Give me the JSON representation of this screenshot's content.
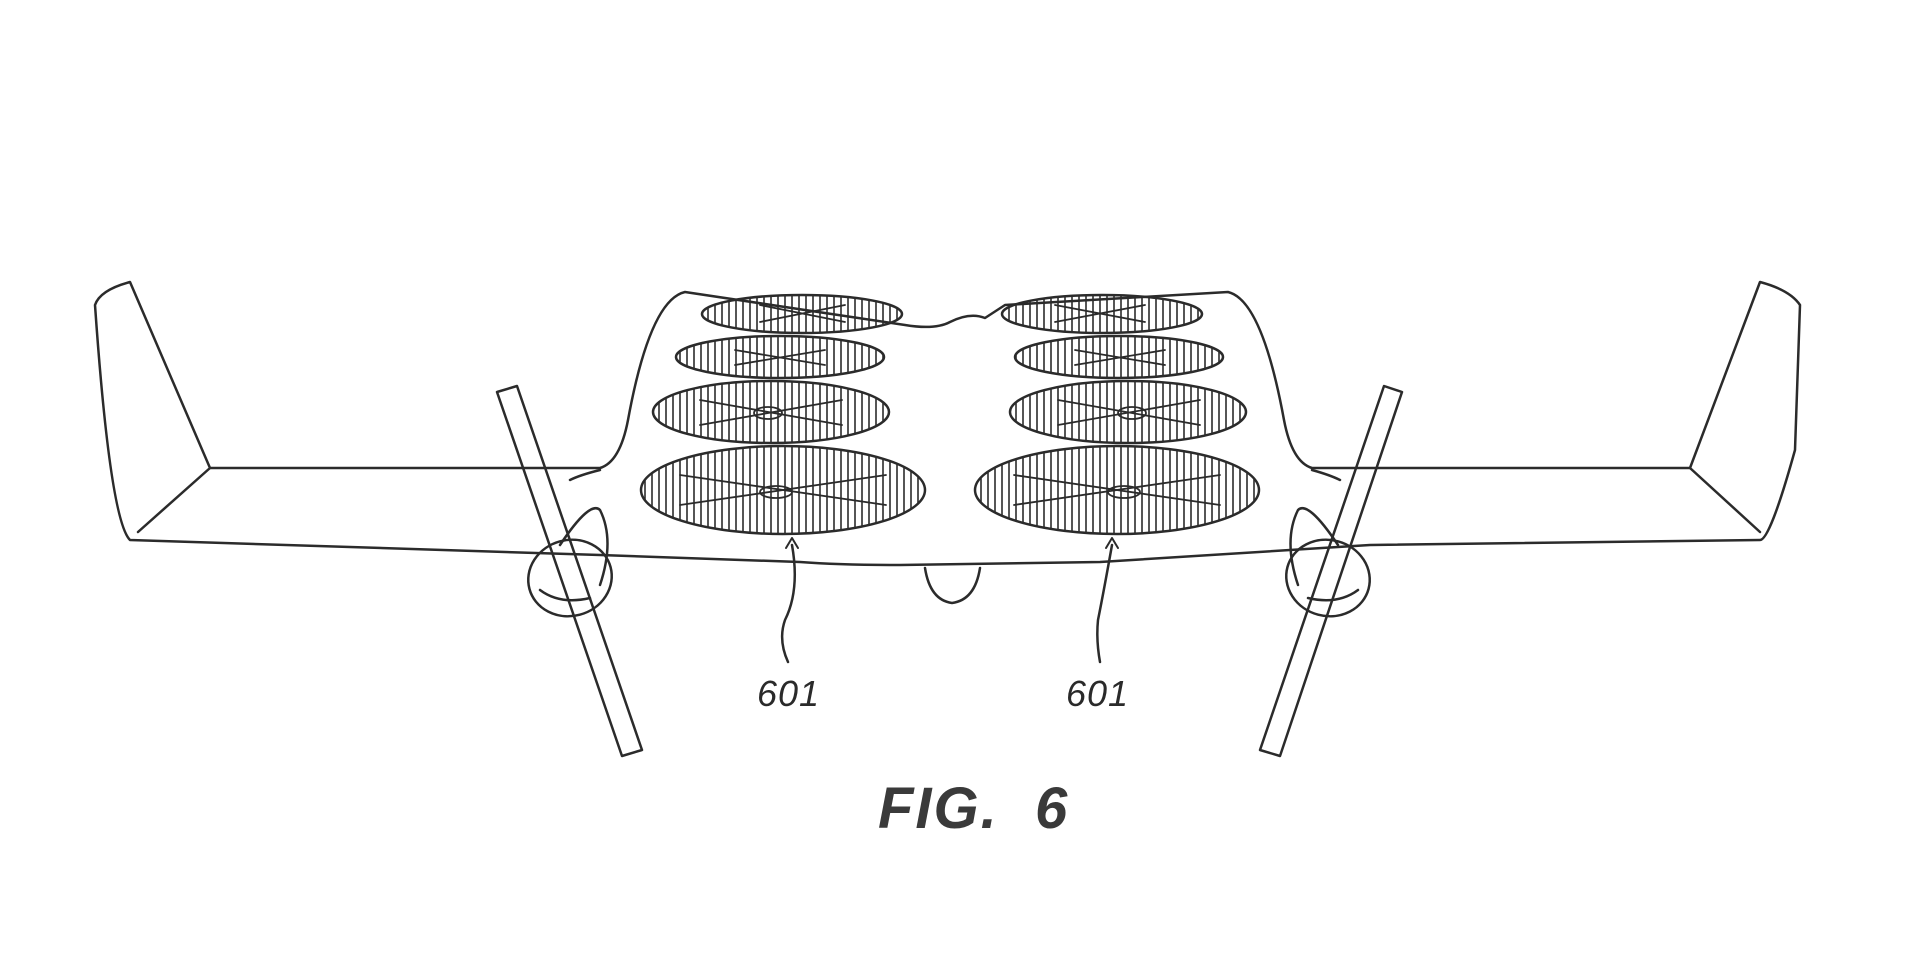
{
  "figure": {
    "caption": "FIG.  6",
    "references": {
      "left_fan_group": "601",
      "right_fan_group": "601"
    },
    "colors": {
      "line": "#2b2b2b",
      "background": "#ffffff"
    }
  }
}
